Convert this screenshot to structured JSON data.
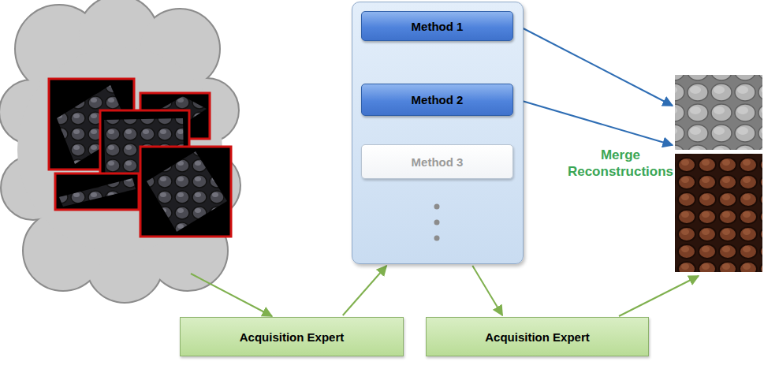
{
  "diagram": {
    "nodes": [
      {
        "text": []
      },
      {
        "text": [
          "Method 1"
        ],
        "in": 0
      },
      {
        "text": [
          "Method 2"
        ],
        "in": 0
      },
      {
        "text": [
          "Method 3"
        ],
        "in": 0
      },
      {
        "text": [
          "Acquisition Expert"
        ]
      },
      {
        "text": [
          "Acquisition Expert"
        ]
      }
    ],
    "edges": [
      {
        "from": 4,
        "to": 0,
        "arrow": "to"
      },
      {
        "from": 0,
        "to": 5,
        "arrow": "to"
      }
    ],
    "labels": [
      "Merge Reconstructions"
    ]
  }
}
